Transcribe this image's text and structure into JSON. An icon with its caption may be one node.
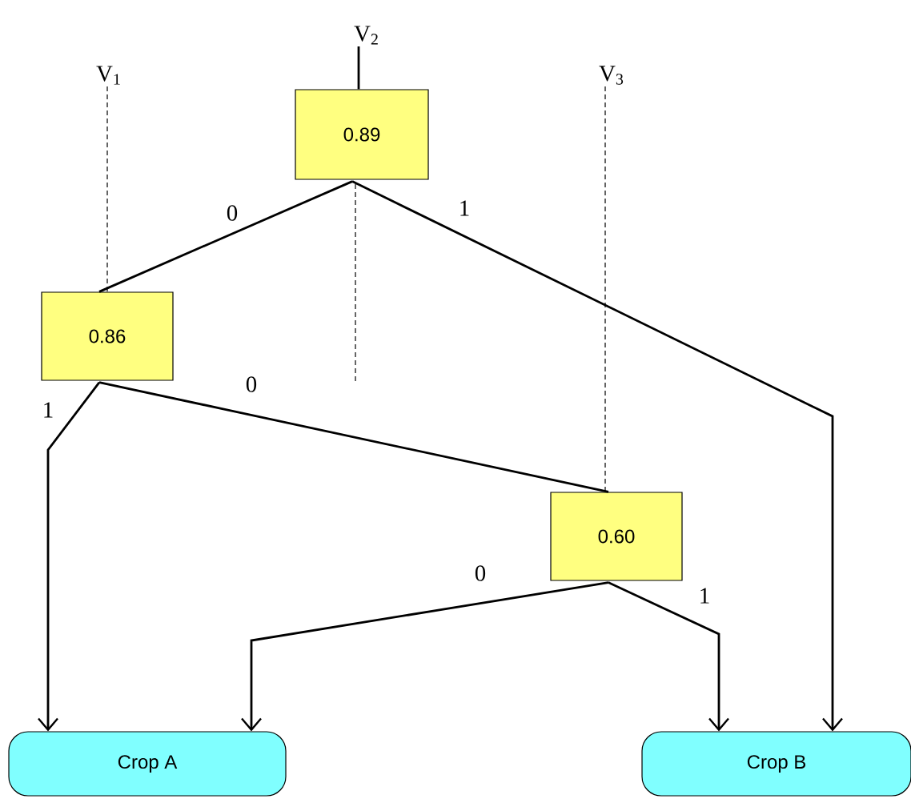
{
  "diagram": {
    "nodes": [
      {
        "text": [
          "0.89"
        ]
      },
      {
        "text": [
          "0.86"
        ]
      },
      {
        "text": [
          "0.60"
        ]
      },
      {
        "text": [
          "Crop A"
        ]
      },
      {
        "text": [
          "Crop B"
        ]
      },
      {
        "text": [
          "V$_{1}$"
        ]
      },
      {
        "text": [
          "V$_{2}$"
        ]
      },
      {
        "text": [
          "V$_{3}$"
        ]
      }
    ],
    "edges": [
      {
        "from": 0,
        "to": 1,
        "arrow": "none",
        "label": "0"
      },
      {
        "from": 0,
        "to": 4,
        "arrow": "to",
        "label": "1"
      },
      {
        "from": 1,
        "to": 3,
        "arrow": "to",
        "label": "1"
      },
      {
        "from": 1,
        "to": 2,
        "arrow": "none",
        "label": "0"
      },
      {
        "from": 2,
        "to": 3,
        "arrow": "to",
        "label": "0"
      },
      {
        "from": 2,
        "to": 4,
        "arrow": "to",
        "label": "1"
      },
      {
        "from": 5,
        "to": 1,
        "arrow": "none",
        "style": "dashed"
      },
      {
        "from": 6,
        "to": 0,
        "arrow": "none"
      },
      {
        "from": 7,
        "to": 2,
        "arrow": "none",
        "style": "dashed"
      }
    ]
  }
}
